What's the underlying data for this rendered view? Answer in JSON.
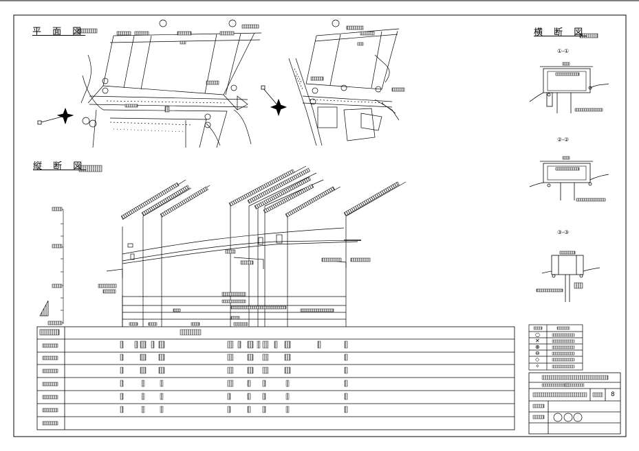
{
  "sheet": {
    "plan_title": "平 面 図",
    "profile_title": "縦 断 図",
    "cross_title": "横 断 図"
  },
  "sections": {
    "sec1_label": "①-①",
    "sec2_label": "②-②",
    "sec3_label": "③-③"
  },
  "title_block": {
    "sheet_number": "8"
  },
  "legend": {
    "symbols": [
      "○",
      "✕",
      "⊕",
      "⊖",
      "◇",
      "✧"
    ]
  },
  "colors": {
    "line": "#000000",
    "background": "#ffffff"
  }
}
